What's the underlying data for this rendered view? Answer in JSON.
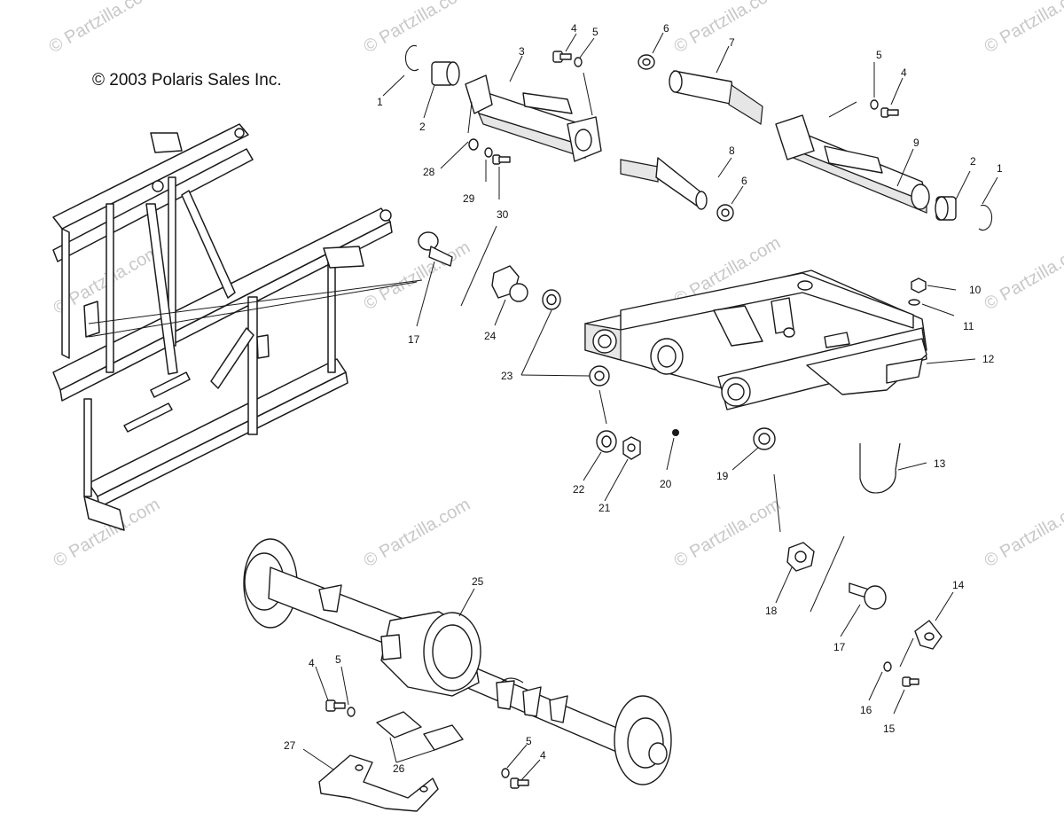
{
  "copyright": "© 2003 Polaris Sales Inc.",
  "watermark": "© Partzilla.com",
  "callouts": {
    "c1a": "1",
    "c2a": "2",
    "c3": "3",
    "c4a": "4",
    "c5a": "5",
    "c6a": "6",
    "c7": "7",
    "c5b": "5",
    "c4b": "4",
    "c8": "8",
    "c6b": "6",
    "c9": "9",
    "c2b": "2",
    "c1b": "1",
    "c28": "28",
    "c29": "29",
    "c30": "30",
    "c17a": "17",
    "c24": "24",
    "c23": "23",
    "c10": "10",
    "c11": "11",
    "c12": "12",
    "c22": "22",
    "c21": "21",
    "c20": "20",
    "c19": "19",
    "c13": "13",
    "c18": "18",
    "c17b": "17",
    "c14": "14",
    "c16": "16",
    "c15": "15",
    "c25": "25",
    "c4c": "4",
    "c5c": "5",
    "c27": "27",
    "c26": "26",
    "c5d": "5",
    "c4d": "4"
  }
}
